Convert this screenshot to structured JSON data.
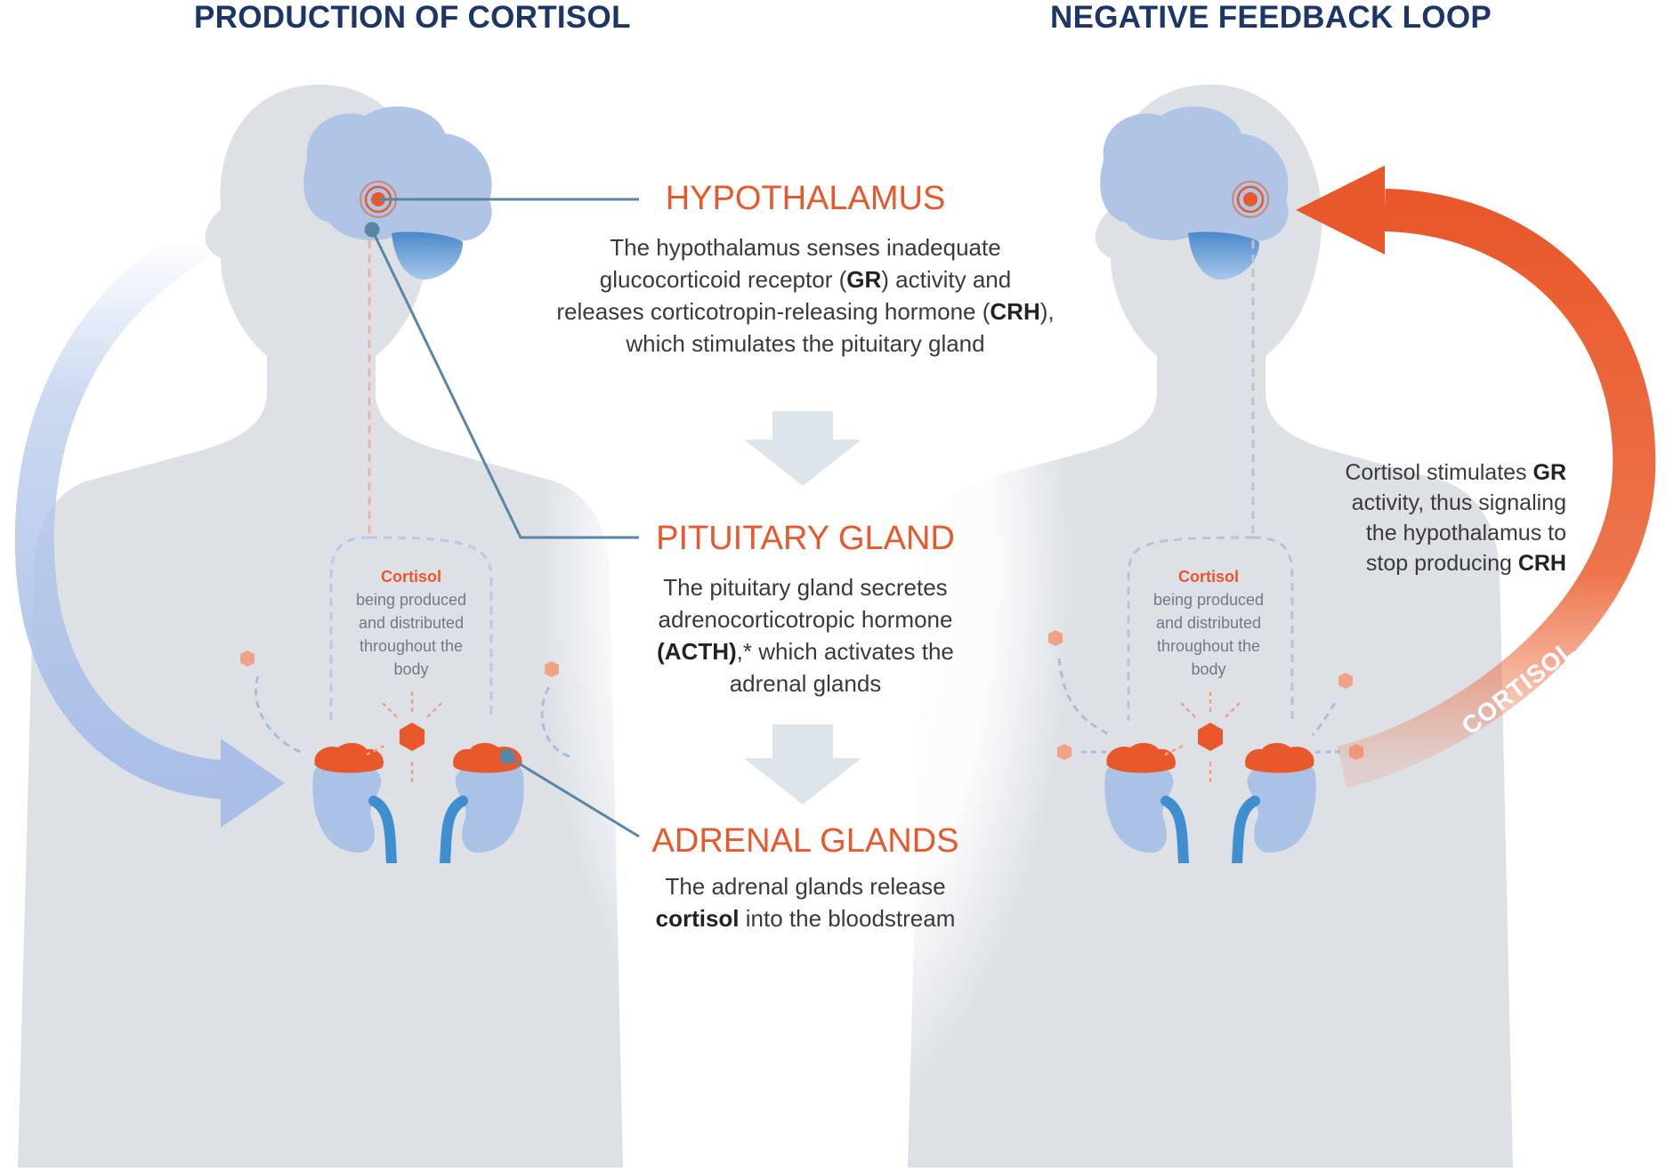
{
  "sections": {
    "left_title": "PRODUCTION OF CORTISOL",
    "right_title": "NEGATIVE FEEDBACK LOOP"
  },
  "steps": {
    "hypothalamus": {
      "title": "HYPOTHALAMUS",
      "desc": [
        [
          "The hypothalamus senses inadequate"
        ],
        [
          "glucocorticoid receptor (",
          {
            "b": "GR"
          },
          ") activity and"
        ],
        [
          "releases corticotropin-releasing hormone (",
          {
            "b": "CRH"
          },
          "),"
        ],
        [
          "which stimulates the pituitary gland"
        ]
      ]
    },
    "pituitary": {
      "title": "PITUITARY GLAND",
      "desc": [
        [
          "The pituitary gland secretes"
        ],
        [
          "adrenocorticotropic hormone"
        ],
        [
          {
            "b": "(ACTH)"
          },
          ",* which activates the"
        ],
        [
          "adrenal glands"
        ]
      ]
    },
    "adrenal": {
      "title": "ADRENAL GLANDS",
      "desc": [
        [
          "The adrenal glands release"
        ],
        [
          {
            "b": "cortisol"
          },
          " into the bloodstream"
        ]
      ]
    }
  },
  "cortisol_note": {
    "head": "Cortisol",
    "lines": [
      "being produced",
      "and distributed",
      "throughout the",
      "body"
    ]
  },
  "feedback": {
    "desc": [
      [
        "Cortisol stimulates ",
        {
          "b": "GR"
        }
      ],
      [
        "activity, thus signaling"
      ],
      [
        "the hypothalamus to"
      ],
      [
        "stop producing ",
        {
          "b": "CRH"
        }
      ]
    ],
    "arrow_label": "CORTISOL"
  },
  "colors": {
    "accent_orange": "#e8582a",
    "title_navy": "#1c3767",
    "body_silhouette": "#dde1e6",
    "brain": "#b0c4e6",
    "connector": "#5a86a6"
  }
}
